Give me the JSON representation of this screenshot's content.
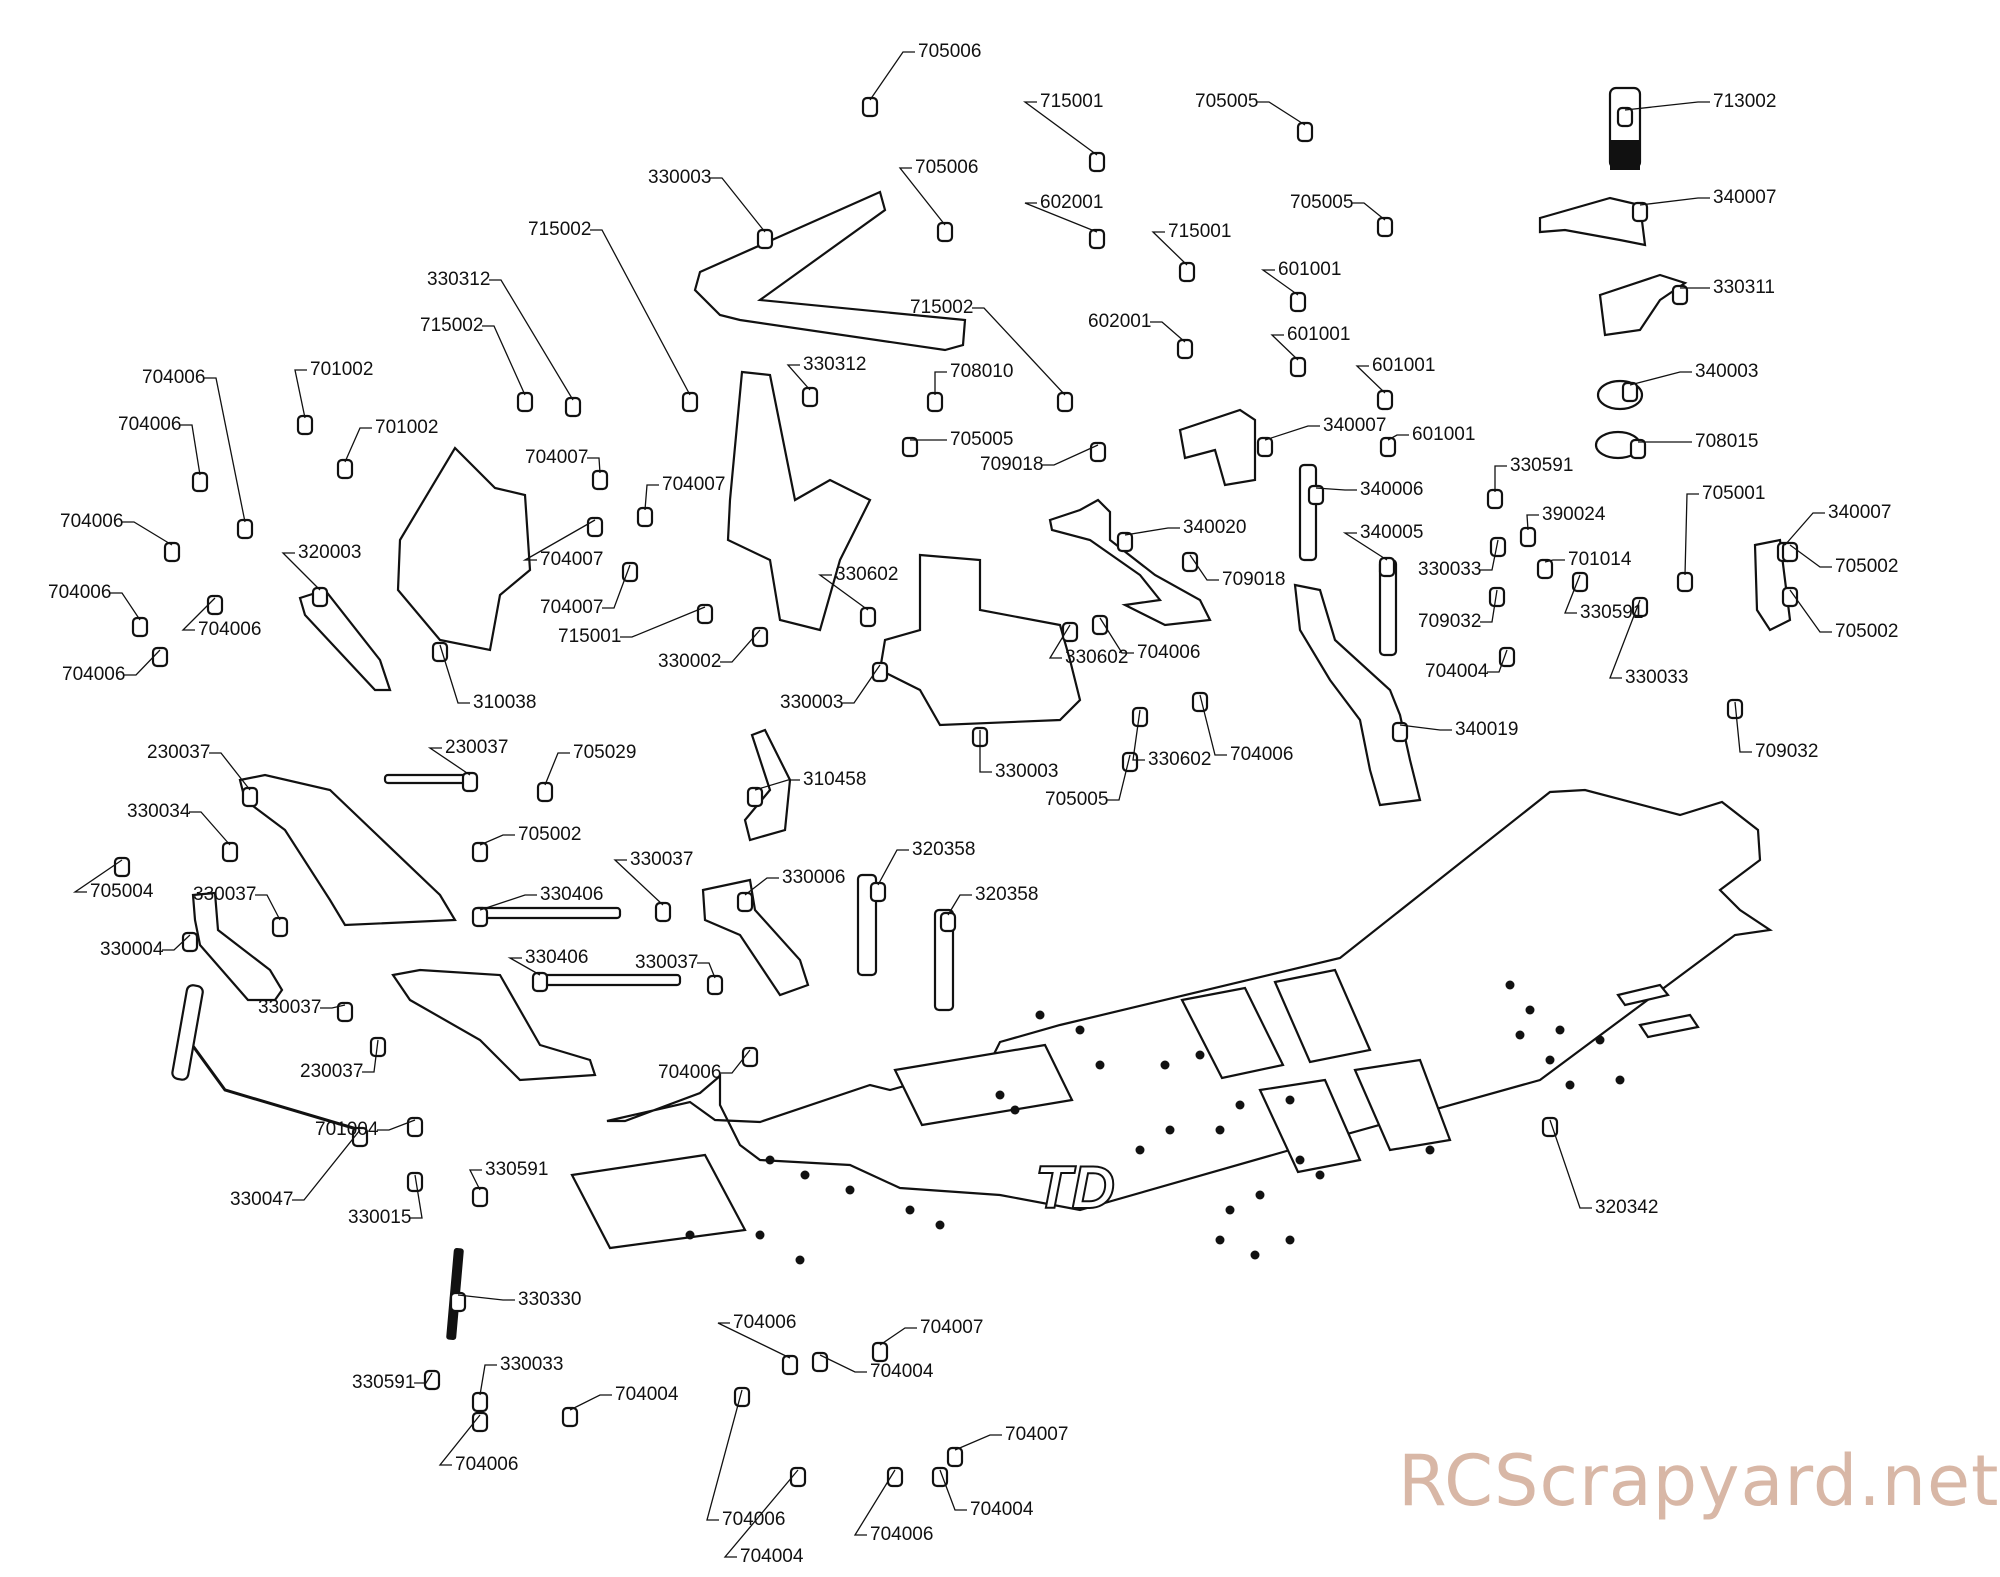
{
  "diagram": {
    "type": "exploded-parts-view",
    "watermark": "RCScrapyard.net",
    "watermark_color": "#d8b7a6",
    "logo_on_chassis": "TD",
    "labels": [
      {
        "id": "l1",
        "text": "705006"
      },
      {
        "id": "l2",
        "text": "715001"
      },
      {
        "id": "l3",
        "text": "705005"
      },
      {
        "id": "l4",
        "text": "713002"
      },
      {
        "id": "l5",
        "text": "330003"
      },
      {
        "id": "l6",
        "text": "705006"
      },
      {
        "id": "l7",
        "text": "602001"
      },
      {
        "id": "l8",
        "text": "705005"
      },
      {
        "id": "l9",
        "text": "340007"
      },
      {
        "id": "l10",
        "text": "715002"
      },
      {
        "id": "l11",
        "text": "715001"
      },
      {
        "id": "l12",
        "text": "330312"
      },
      {
        "id": "l13",
        "text": "601001"
      },
      {
        "id": "l14",
        "text": "330311"
      },
      {
        "id": "l15",
        "text": "602001"
      },
      {
        "id": "l16",
        "text": "601001"
      },
      {
        "id": "l17",
        "text": "715002"
      },
      {
        "id": "l18",
        "text": "704006"
      },
      {
        "id": "l19",
        "text": "701002"
      },
      {
        "id": "l20",
        "text": "330312"
      },
      {
        "id": "l21",
        "text": "708010"
      },
      {
        "id": "l22",
        "text": "601001"
      },
      {
        "id": "l23",
        "text": "340003"
      },
      {
        "id": "l24",
        "text": "704006"
      },
      {
        "id": "l25",
        "text": "701002"
      },
      {
        "id": "l26",
        "text": "715002"
      },
      {
        "id": "l27",
        "text": "705005"
      },
      {
        "id": "l28",
        "text": "340007"
      },
      {
        "id": "l29",
        "text": "601001"
      },
      {
        "id": "l30",
        "text": "708015"
      },
      {
        "id": "l31",
        "text": "704007"
      },
      {
        "id": "l32",
        "text": "709018"
      },
      {
        "id": "l33",
        "text": "330591"
      },
      {
        "id": "l34",
        "text": "340006"
      },
      {
        "id": "l35",
        "text": "704007"
      },
      {
        "id": "l36",
        "text": "705001"
      },
      {
        "id": "l37",
        "text": "340007"
      },
      {
        "id": "l38",
        "text": "704006"
      },
      {
        "id": "l39",
        "text": "340020"
      },
      {
        "id": "l40",
        "text": "390024"
      },
      {
        "id": "l41",
        "text": "340005"
      },
      {
        "id": "l42",
        "text": "320003"
      },
      {
        "id": "l43",
        "text": "704007"
      },
      {
        "id": "l44",
        "text": "701014"
      },
      {
        "id": "l45",
        "text": "330033"
      },
      {
        "id": "l46",
        "text": "705002"
      },
      {
        "id": "l47",
        "text": "709018"
      },
      {
        "id": "l48",
        "text": "330602"
      },
      {
        "id": "l49",
        "text": "704006"
      },
      {
        "id": "l50",
        "text": "704006"
      },
      {
        "id": "l51",
        "text": "704007"
      },
      {
        "id": "l52",
        "text": "709032"
      },
      {
        "id": "l53",
        "text": "330591"
      },
      {
        "id": "l54",
        "text": "705002"
      },
      {
        "id": "l55",
        "text": "715001"
      },
      {
        "id": "l56",
        "text": "330602"
      },
      {
        "id": "l57",
        "text": "704006"
      },
      {
        "id": "l58",
        "text": "704004"
      },
      {
        "id": "l59",
        "text": "330033"
      },
      {
        "id": "l60",
        "text": "704006"
      },
      {
        "id": "l61",
        "text": "330002"
      },
      {
        "id": "l62",
        "text": "310038"
      },
      {
        "id": "l63",
        "text": "330003"
      },
      {
        "id": "l64",
        "text": "340019"
      },
      {
        "id": "l65",
        "text": "230037"
      },
      {
        "id": "l66",
        "text": "230037"
      },
      {
        "id": "l67",
        "text": "705029"
      },
      {
        "id": "l68",
        "text": "704006"
      },
      {
        "id": "l69",
        "text": "330602"
      },
      {
        "id": "l70",
        "text": "709032"
      },
      {
        "id": "l71",
        "text": "330034"
      },
      {
        "id": "l72",
        "text": "310458"
      },
      {
        "id": "l73",
        "text": "330003"
      },
      {
        "id": "l74",
        "text": "705005"
      },
      {
        "id": "l75",
        "text": "705002"
      },
      {
        "id": "l76",
        "text": "320358"
      },
      {
        "id": "l77",
        "text": "705004"
      },
      {
        "id": "l78",
        "text": "330037"
      },
      {
        "id": "l79",
        "text": "330006"
      },
      {
        "id": "l80",
        "text": "330037"
      },
      {
        "id": "l81",
        "text": "330406"
      },
      {
        "id": "l82",
        "text": "320358"
      },
      {
        "id": "l83",
        "text": "330004"
      },
      {
        "id": "l84",
        "text": "330406"
      },
      {
        "id": "l85",
        "text": "330037"
      },
      {
        "id": "l86",
        "text": "330037"
      },
      {
        "id": "l87",
        "text": "230037"
      },
      {
        "id": "l88",
        "text": "704006"
      },
      {
        "id": "l89",
        "text": "701004"
      },
      {
        "id": "l90",
        "text": "330047"
      },
      {
        "id": "l91",
        "text": "330591"
      },
      {
        "id": "l92",
        "text": "320342"
      },
      {
        "id": "l93",
        "text": "330015"
      },
      {
        "id": "l94",
        "text": "330330"
      },
      {
        "id": "l95",
        "text": "704006"
      },
      {
        "id": "l96",
        "text": "704007"
      },
      {
        "id": "l97",
        "text": "704004"
      },
      {
        "id": "l98",
        "text": "330033"
      },
      {
        "id": "l99",
        "text": "330591"
      },
      {
        "id": "l100",
        "text": "704004"
      },
      {
        "id": "l101",
        "text": "704006"
      },
      {
        "id": "l102",
        "text": "704007"
      },
      {
        "id": "l103",
        "text": "704004"
      },
      {
        "id": "l104",
        "text": "704006"
      },
      {
        "id": "l105",
        "text": "704006"
      },
      {
        "id": "l106",
        "text": "704004"
      }
    ]
  }
}
